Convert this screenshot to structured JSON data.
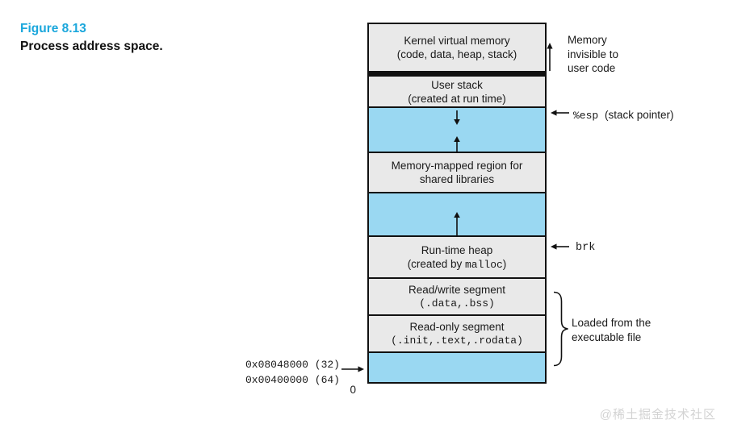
{
  "figure": {
    "label": "Figure 8.13",
    "title": "Process address space."
  },
  "diagram": {
    "regions": [
      {
        "name": "kernel-virtual-memory",
        "line1": "Kernel virtual memory",
        "line2": "(code, data, heap, stack)"
      },
      {
        "name": "user-stack",
        "line1": "User stack",
        "line2": "(created at run time)"
      },
      {
        "name": "stack-growth-area",
        "fill": "blue",
        "icons": [
          "down-arrow",
          "up-arrow"
        ]
      },
      {
        "name": "memory-mapped-region",
        "line1": "Memory-mapped region for",
        "line2": "shared libraries"
      },
      {
        "name": "heap-growth-area",
        "fill": "blue",
        "icons": [
          "up-arrow"
        ]
      },
      {
        "name": "runtime-heap",
        "line1": "Run-time heap",
        "line2_pre": "(created by ",
        "line2_mono": "malloc",
        "line2_post": ")"
      },
      {
        "name": "read-write-segment",
        "line1": "Read/write segment",
        "line2_mono": "(.data,.bss)"
      },
      {
        "name": "read-only-segment",
        "line1": "Read-only segment",
        "line2_mono": "(.init,.text,.rodata)"
      },
      {
        "name": "unused-low-memory",
        "fill": "blue"
      }
    ]
  },
  "annotations": {
    "invisible": {
      "line1": "Memory",
      "line2": "invisible to",
      "line3": "user code"
    },
    "esp": {
      "mono": "%esp",
      "rest": "(stack pointer)"
    },
    "brk": {
      "mono": "brk"
    },
    "loaded": {
      "line1": "Loaded from the",
      "line2": "executable file"
    },
    "addr32": "0x08048000 (32)",
    "addr64": "0x00400000 (64)",
    "zero": "0"
  },
  "watermark": "@稀土掘金技术社区",
  "colors": {
    "accent_caption": "#1ba7dc",
    "region_gray": "#e9e9e9",
    "region_blue": "#9ad8f2",
    "line_black": "#111111",
    "watermark_gray": "#d3d3d3"
  }
}
